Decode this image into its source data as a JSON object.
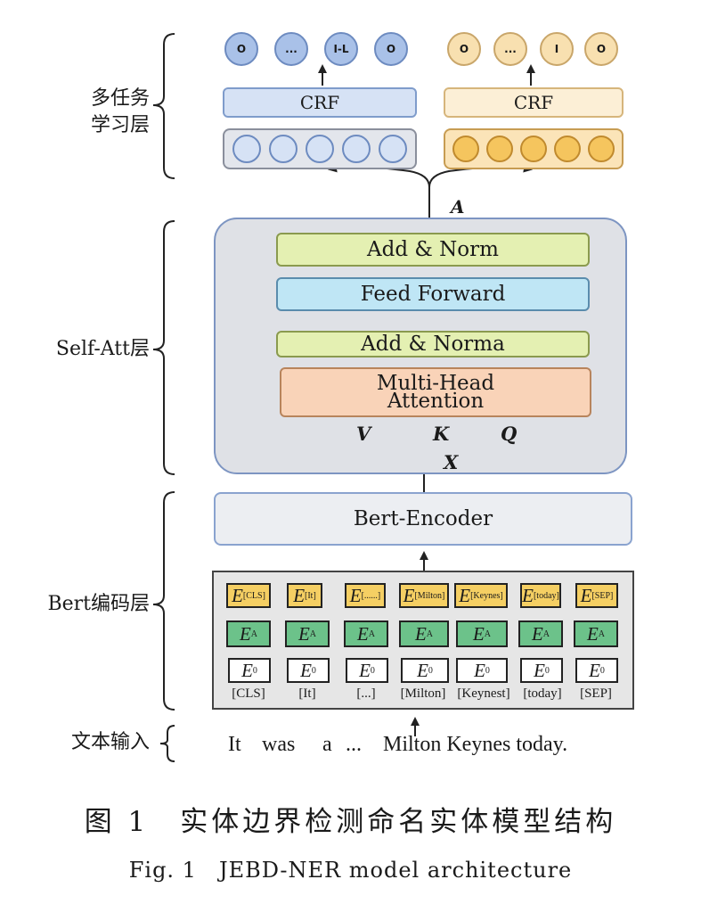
{
  "layers": {
    "multitask": "多任务\n学习层",
    "self_att": "Self-Att层",
    "bert": "Bert编码层",
    "text_input": "文本输入"
  },
  "output_left": [
    "O",
    "...",
    "I-L",
    "O"
  ],
  "output_right": [
    "O",
    "...",
    "I",
    "O"
  ],
  "crf_left": "CRF",
  "crf_right": "CRF",
  "label_A": "A",
  "add_norm_top": "Add & Norm",
  "feed_forward": "Feed Forward",
  "add_norm_bottom": "Add & Norma",
  "multi_head_1": "Multi-Head",
  "multi_head_2": "Attention",
  "label_V": "V",
  "label_K": "K",
  "label_Q": "Q",
  "label_X": "X",
  "bert_encoder": "Bert-Encoder",
  "token_embeddings": [
    {
      "base": "E",
      "sub": "[CLS]"
    },
    {
      "base": "E",
      "sub": "[It]"
    },
    {
      "base": "E",
      "sub": "[......]"
    },
    {
      "base": "E",
      "sub": "[Milton]"
    },
    {
      "base": "E",
      "sub": "[Keynes]"
    },
    {
      "base": "E",
      "sub": "[today]"
    },
    {
      "base": "E",
      "sub": "[SEP]"
    }
  ],
  "segment_embedding": {
    "base": "E",
    "sub": "A"
  },
  "position_embedding": {
    "base": "E",
    "sub": "0"
  },
  "tokens": [
    "[CLS]",
    "[It]",
    "[...]",
    "[Milton]",
    "[Keynest]",
    "[today]",
    "[SEP]"
  ],
  "input_words": [
    "It",
    "was",
    "a",
    "...",
    "Milton Keynes today."
  ],
  "caption_cn": "图 1　实体边界检测命名实体模型结构",
  "caption_en": "Fig. 1　JEBD-NER model architecture",
  "colors": {
    "blue_circle": "#a9c1e8",
    "orange_circle": "#f8e0b0",
    "crf_blue": "#d6e2f5",
    "crf_orange": "#fcefd6",
    "green_light": "#e4f0b2",
    "feed_forward": "#bfe6f5",
    "multi_head": "#f9d3b8",
    "self_att_bg": "#dfe1e6",
    "bert_bg": "#eceef2",
    "token_yellow": "#f5cf63",
    "segment_green": "#6cc28a"
  }
}
